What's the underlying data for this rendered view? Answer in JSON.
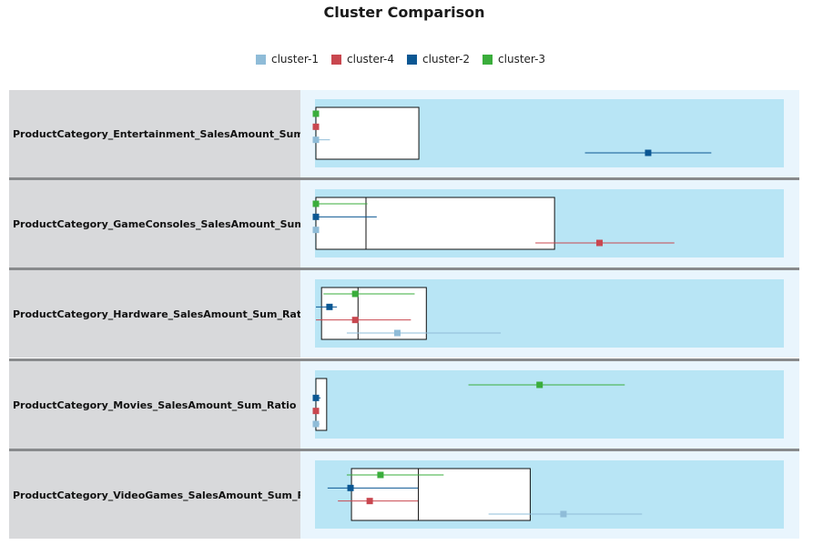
{
  "title": "Cluster Comparison",
  "legend": [
    {
      "name": "cluster-1",
      "color": "#8fbcd8"
    },
    {
      "name": "cluster-4",
      "color": "#c9474f"
    },
    {
      "name": "cluster-2",
      "color": "#0b5793"
    },
    {
      "name": "cluster-3",
      "color": "#3aad3b"
    }
  ],
  "colors": {
    "band": "#b8e5f5",
    "row_label_bg": "#d8d9db",
    "plot_bg": "#e9f5fd",
    "separator": "#888a8c"
  },
  "chart_data": {
    "type": "box-comparison",
    "title": "Cluster Comparison",
    "xlim": [
      0,
      1
    ],
    "rows": [
      {
        "label": "ProductCategory_Entertainment_SalesAmount_Sum_Ratio",
        "box": {
          "q1": 0.0,
          "median": 0.0,
          "q3": 0.22
        },
        "clusters": [
          {
            "name": "cluster-3",
            "mean": 0.0,
            "low": 0.0,
            "high": 0.0
          },
          {
            "name": "cluster-4",
            "mean": 0.0,
            "low": 0.0,
            "high": 0.0
          },
          {
            "name": "cluster-1",
            "mean": 0.0,
            "low": 0.0,
            "high": 0.03
          },
          {
            "name": "cluster-2",
            "mean": 0.71,
            "low": 0.575,
            "high": 0.845
          }
        ]
      },
      {
        "label": "ProductCategory_GameConsoles_SalesAmount_Sum_Ratio",
        "box": {
          "q1": 0.0,
          "median": 0.107,
          "q3": 0.51
        },
        "clusters": [
          {
            "name": "cluster-3",
            "mean": 0.0,
            "low": 0.0,
            "high": 0.11
          },
          {
            "name": "cluster-2",
            "mean": 0.0,
            "low": 0.0,
            "high": 0.13
          },
          {
            "name": "cluster-1",
            "mean": 0.0,
            "low": 0.0,
            "high": 0.0
          },
          {
            "name": "cluster-4",
            "mean": 0.606,
            "low": 0.469,
            "high": 0.766
          }
        ]
      },
      {
        "label": "ProductCategory_Hardware_SalesAmount_Sum_Ratio",
        "box": {
          "q1": 0.012,
          "median": 0.09,
          "q3": 0.236
        },
        "clusters": [
          {
            "name": "cluster-3",
            "mean": 0.084,
            "low": 0.016,
            "high": 0.211
          },
          {
            "name": "cluster-2",
            "mean": 0.029,
            "low": 0.0,
            "high": 0.045
          },
          {
            "name": "cluster-4",
            "mean": 0.084,
            "low": 0.0,
            "high": 0.203
          },
          {
            "name": "cluster-1",
            "mean": 0.174,
            "low": 0.066,
            "high": 0.395
          }
        ]
      },
      {
        "label": "ProductCategory_Movies_SalesAmount_Sum_Ratio",
        "box": {
          "q1": 0.0,
          "median": 0.0,
          "q3": 0.023
        },
        "clusters": [
          {
            "name": "cluster-3",
            "mean": 0.478,
            "low": 0.326,
            "high": 0.66
          },
          {
            "name": "cluster-2",
            "mean": 0.0,
            "low": 0.0,
            "high": 0.01
          },
          {
            "name": "cluster-4",
            "mean": 0.0,
            "low": 0.0,
            "high": 0.0
          },
          {
            "name": "cluster-1",
            "mean": 0.0,
            "low": 0.0,
            "high": 0.008
          }
        ]
      },
      {
        "label": "ProductCategory_VideoGames_SalesAmount_Sum_Ratio",
        "box": {
          "q1": 0.076,
          "median": 0.219,
          "q3": 0.458
        },
        "clusters": [
          {
            "name": "cluster-3",
            "mean": 0.138,
            "low": 0.066,
            "high": 0.273
          },
          {
            "name": "cluster-2",
            "mean": 0.074,
            "low": 0.025,
            "high": 0.218
          },
          {
            "name": "cluster-4",
            "mean": 0.115,
            "low": 0.047,
            "high": 0.218
          },
          {
            "name": "cluster-1",
            "mean": 0.529,
            "low": 0.369,
            "high": 0.697
          }
        ]
      }
    ]
  }
}
